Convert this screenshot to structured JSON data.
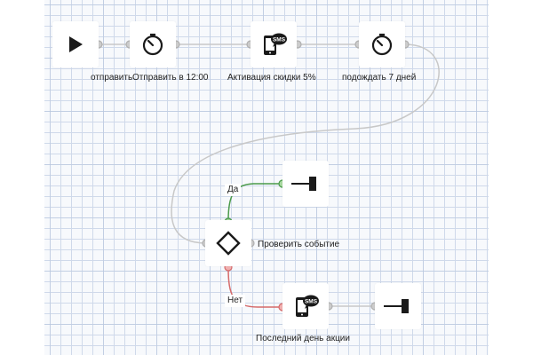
{
  "nodes": {
    "start": {
      "label": "отправить",
      "icon": "play-icon"
    },
    "send_at": {
      "label": "Отправить в 12:00",
      "icon": "timer-icon"
    },
    "sms_discount": {
      "label": "Активация скидки 5%",
      "icon": "sms-phone-icon"
    },
    "wait": {
      "label": "подождать 7 дней",
      "icon": "timer-icon"
    },
    "check_event": {
      "label": "Проверить событие",
      "icon": "diamond-condition-icon"
    },
    "end_yes": {
      "icon": "end-stop-icon"
    },
    "sms_last_day": {
      "label": "Последний день акции",
      "icon": "sms-phone-icon"
    },
    "end_no": {
      "icon": "end-stop-icon"
    }
  },
  "branches": {
    "yes_label": "Да",
    "no_label": "Нет"
  },
  "sms_badge_text": "SMS",
  "colors": {
    "link": "#c8c8c8",
    "yes": "#4a9a4a",
    "no": "#d66a6a",
    "icon": "#1a1a1a"
  }
}
